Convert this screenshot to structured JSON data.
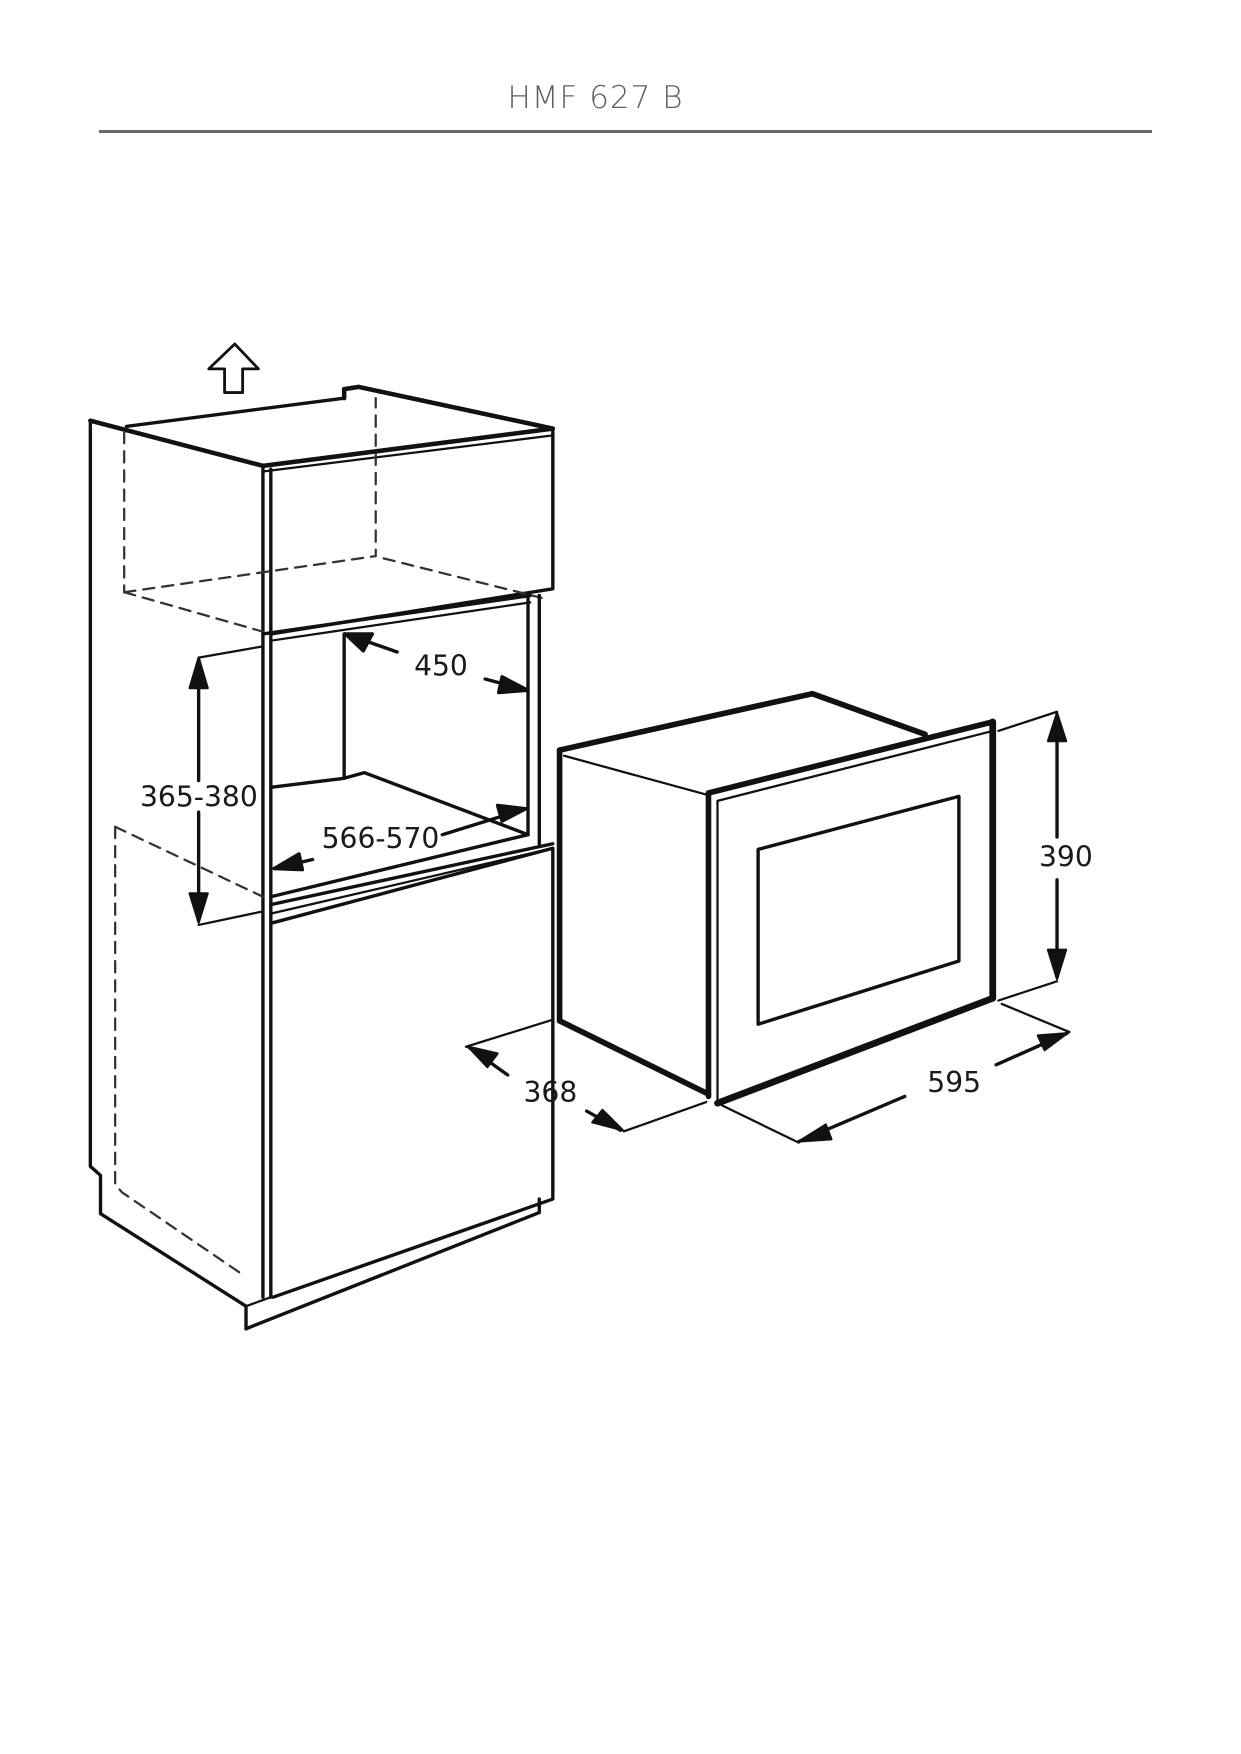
{
  "header": {
    "title": "HMF 627 B"
  },
  "diagram": {
    "description": "Built-in microwave installation diagram: tall cabinet niche with dimensions and appliance outer dimensions",
    "line_color": "#111111",
    "cabinet": {
      "niche_depth_label": "450",
      "niche_height_label": "365-380",
      "niche_width_label": "566-570",
      "ventilation_arrow": "up-arrow-icon"
    },
    "appliance": {
      "height_label": "390",
      "depth_label": "368",
      "width_label": "595"
    }
  }
}
